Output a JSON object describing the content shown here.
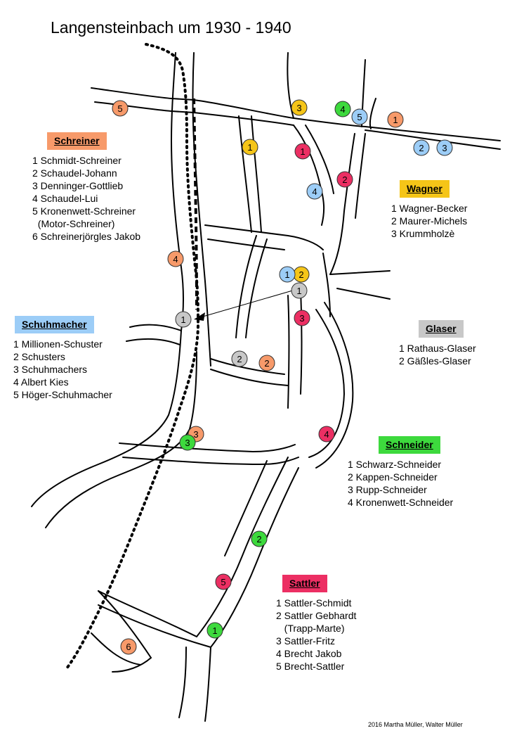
{
  "title": "Langensteinbach um 1930 - 1940",
  "credit": "2016 Martha Müller, Walter Müller",
  "colors": {
    "schreiner": "#f79a6a",
    "wagner": "#f5c518",
    "schuhmacher": "#9ccdf7",
    "glaser": "#c8c8c8",
    "schneider": "#3dd93d",
    "sattler": "#ec2f63"
  },
  "legends": {
    "schreiner": {
      "header": "Schreiner",
      "items": [
        "1 Schmidt-Schreiner",
        "2 Schaudel-Johann",
        "3 Denninger-Gottlieb",
        "4 Schaudel-Lui",
        "5 Kronenwett-Schreiner",
        "  (Motor-Schreiner)",
        "6 Schreinerjörgles Jakob"
      ]
    },
    "wagner": {
      "header": "Wagner",
      "items": [
        "1 Wagner-Becker",
        "2 Maurer-Michels",
        "3 Krummholzè"
      ]
    },
    "schuhmacher": {
      "header": "Schuhmacher",
      "items": [
        "1 Millionen-Schuster",
        "2 Schusters",
        "3 Schuhmachers",
        "4 Albert Kies",
        "5 Höger-Schuhmacher"
      ]
    },
    "glaser": {
      "header": "Glaser",
      "items": [
        "1 Rathaus-Glaser",
        "2 Gäßles-Glaser"
      ]
    },
    "schneider": {
      "header": "Schneider",
      "items": [
        "1 Schwarz-Schneider",
        "2 Kappen-Schneider",
        "3 Rupp-Schneider",
        "4 Kronenwett-Schneider"
      ]
    },
    "sattler": {
      "header": "Sattler",
      "items": [
        "1 Sattler-Schmidt",
        "2 Sattler Gebhardt",
        "   (Trapp-Marte)",
        "3 Sattler-Fritz",
        "4 Brecht Jakob",
        "5 Brecht-Sattler"
      ]
    }
  },
  "markers": [
    {
      "label": "1",
      "category": "schreiner"
    },
    {
      "label": "2",
      "category": "schreiner"
    },
    {
      "label": "3",
      "category": "schreiner"
    },
    {
      "label": "4",
      "category": "schreiner"
    },
    {
      "label": "5",
      "category": "schreiner"
    },
    {
      "label": "6",
      "category": "schreiner"
    },
    {
      "label": "1",
      "category": "wagner"
    },
    {
      "label": "2",
      "category": "wagner"
    },
    {
      "label": "3",
      "category": "wagner"
    },
    {
      "label": "1",
      "category": "schuhmacher"
    },
    {
      "label": "2",
      "category": "schuhmacher"
    },
    {
      "label": "3",
      "category": "schuhmacher"
    },
    {
      "label": "4",
      "category": "schuhmacher"
    },
    {
      "label": "5",
      "category": "schuhmacher"
    },
    {
      "label": "1",
      "category": "glaser"
    },
    {
      "label": "1",
      "category": "glaser"
    },
    {
      "label": "2",
      "category": "glaser"
    },
    {
      "label": "1",
      "category": "schneider"
    },
    {
      "label": "2",
      "category": "schneider"
    },
    {
      "label": "3",
      "category": "schneider"
    },
    {
      "label": "4",
      "category": "schneider"
    },
    {
      "label": "1",
      "category": "sattler"
    },
    {
      "label": "2",
      "category": "sattler"
    },
    {
      "label": "3",
      "category": "sattler"
    },
    {
      "label": "4",
      "category": "sattler"
    },
    {
      "label": "5",
      "category": "sattler"
    }
  ]
}
